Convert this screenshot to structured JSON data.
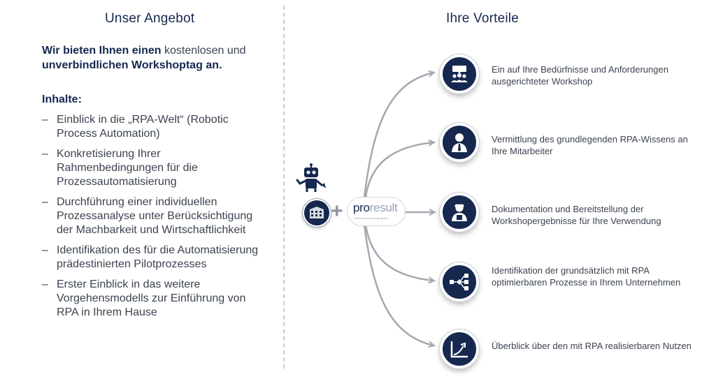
{
  "left": {
    "title": "Unser Angebot",
    "intro": {
      "part1": "Wir bieten Ihnen einen",
      "part2": " kostenlosen und ",
      "part3": "unverbindlichen Workshoptag",
      "part4": " an."
    },
    "inhalte_label": "Inhalte:",
    "dash": "–",
    "items": [
      "Einblick in die „RPA-Welt“ (Robotic Process Automation)",
      "Konkretisierung Ihrer Rahmenbedingungen für die Prozessautomatisierung",
      "Durchführung einer individuellen Prozessanalyse unter Berücksichtigung der Machbarkeit und Wirtschaftlichkeit",
      "Identifikation des für die Automatisierung prädestinierten Pilotprozesses",
      "Erster Einblick in das weitere Vorgehensmodells zur Einführung von RPA in Ihrem Hause"
    ]
  },
  "right": {
    "title": "Ihre Vorteile",
    "benefits": [
      {
        "icon": "workshop-group-icon",
        "text": "Ein auf Ihre Bedürfnisse und Anforderungen ausgerichteter Workshop"
      },
      {
        "icon": "presenter-icon",
        "text": "Vermittlung des grundlegenden RPA-Wissens an Ihre Mitarbeiter"
      },
      {
        "icon": "documentation-person-icon",
        "text": "Dokumentation und Bereitstellung der Workshopergebnisse für Ihre Verwendung"
      },
      {
        "icon": "process-flow-icon",
        "text": "Identifikation der grundsätzlich mit RPA optimierbaren Prozesse in Ihrem Unternehmen"
      },
      {
        "icon": "growth-chart-icon",
        "text": "Überblick über den mit RPA realisierbaren Nutzen"
      }
    ]
  },
  "hub": {
    "plus": "+",
    "logo_pro": "pro",
    "logo_result": "result",
    "logo_sub": "Unternehmensberatung AG"
  },
  "colors": {
    "navy": "#16284f",
    "text": "#3b4350",
    "arrow": "#a3a8b0",
    "divider": "#c7ccd3"
  }
}
